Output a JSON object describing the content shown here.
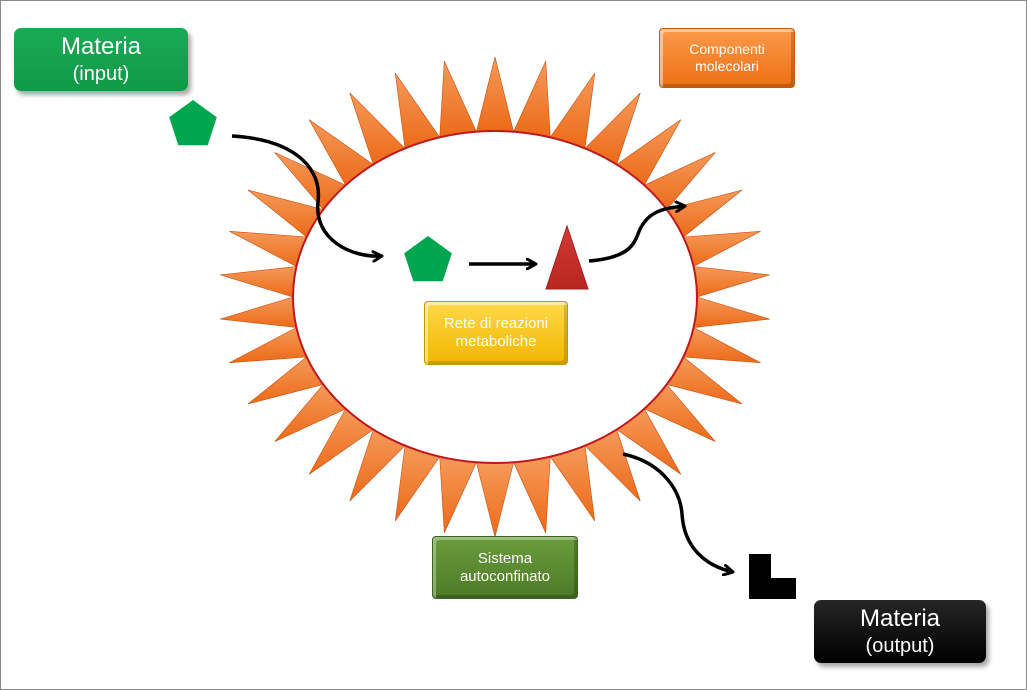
{
  "labels": {
    "materia_input": {
      "line1": "Materia",
      "line2": "(input)"
    },
    "componenti": {
      "line1": "Componenti",
      "line2": "molecolari"
    },
    "rete": {
      "line1": "Rete di reazioni",
      "line2": "metaboliche"
    },
    "sistema": {
      "line1": "Sistema",
      "line2": "autoconfinato"
    },
    "materia_output": {
      "line1": "Materia",
      "line2": "(output)"
    }
  },
  "shapes": {
    "input_molecule": "green-pentagon",
    "inner_molecule": "green-pentagon",
    "product_molecule": "red-triangle",
    "output_molecule": "black-l-block"
  },
  "colors": {
    "membrane_spikes": "#f07a2a",
    "membrane_edge": "#c0181c",
    "molecule_green": "#00a64f",
    "molecule_red": "#c8312e",
    "arrow": "#000000"
  }
}
